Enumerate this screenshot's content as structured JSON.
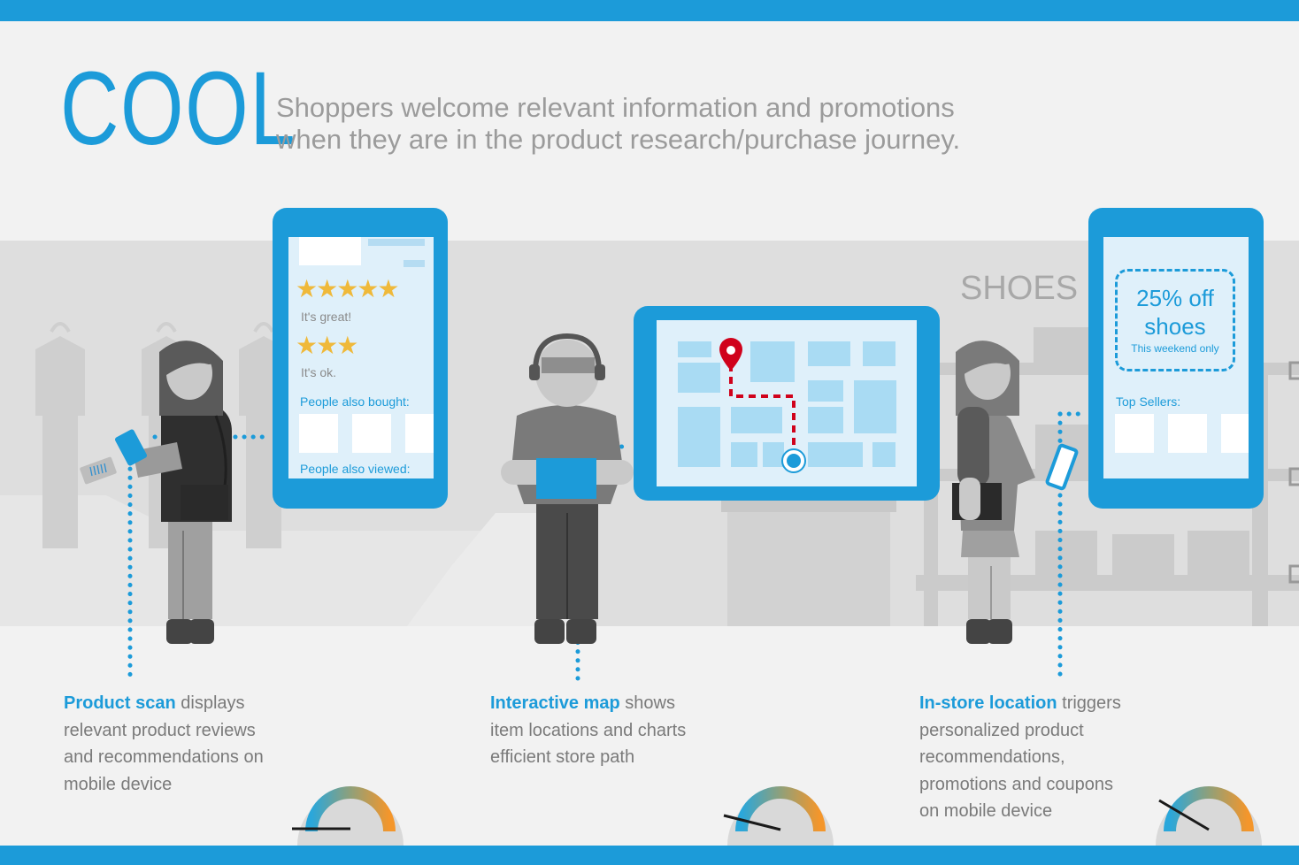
{
  "header": {
    "title": "COOL",
    "subtitle": "Shoppers welcome relevant information and promotions\nwhen they are in the product research/purchase journey."
  },
  "phone_left": {
    "review1_label": "It's great!",
    "review2_label": "It's ok.",
    "also_bought": "People also bought:",
    "also_viewed": "People also viewed:",
    "review1_stars": 5,
    "review2_stars": 3
  },
  "store_sign": "SHOES",
  "phone_right": {
    "promo_line1": "25% off",
    "promo_line2": "shoes",
    "promo_small": "This weekend only",
    "top_sellers": "Top Sellers:"
  },
  "captions": [
    {
      "highlight": "Product scan",
      "rest": " displays relevant product reviews and recommendations on mobile device"
    },
    {
      "highlight": "Interactive map",
      "rest": " shows item locations and charts efficient store path"
    },
    {
      "highlight": "In-store location",
      "rest": " triggers personalized product recommendations, promotions and coupons on mobile device"
    }
  ],
  "colors": {
    "accent": "#1c9bd9",
    "pin": "#d0021b",
    "star": "#efb93a"
  }
}
